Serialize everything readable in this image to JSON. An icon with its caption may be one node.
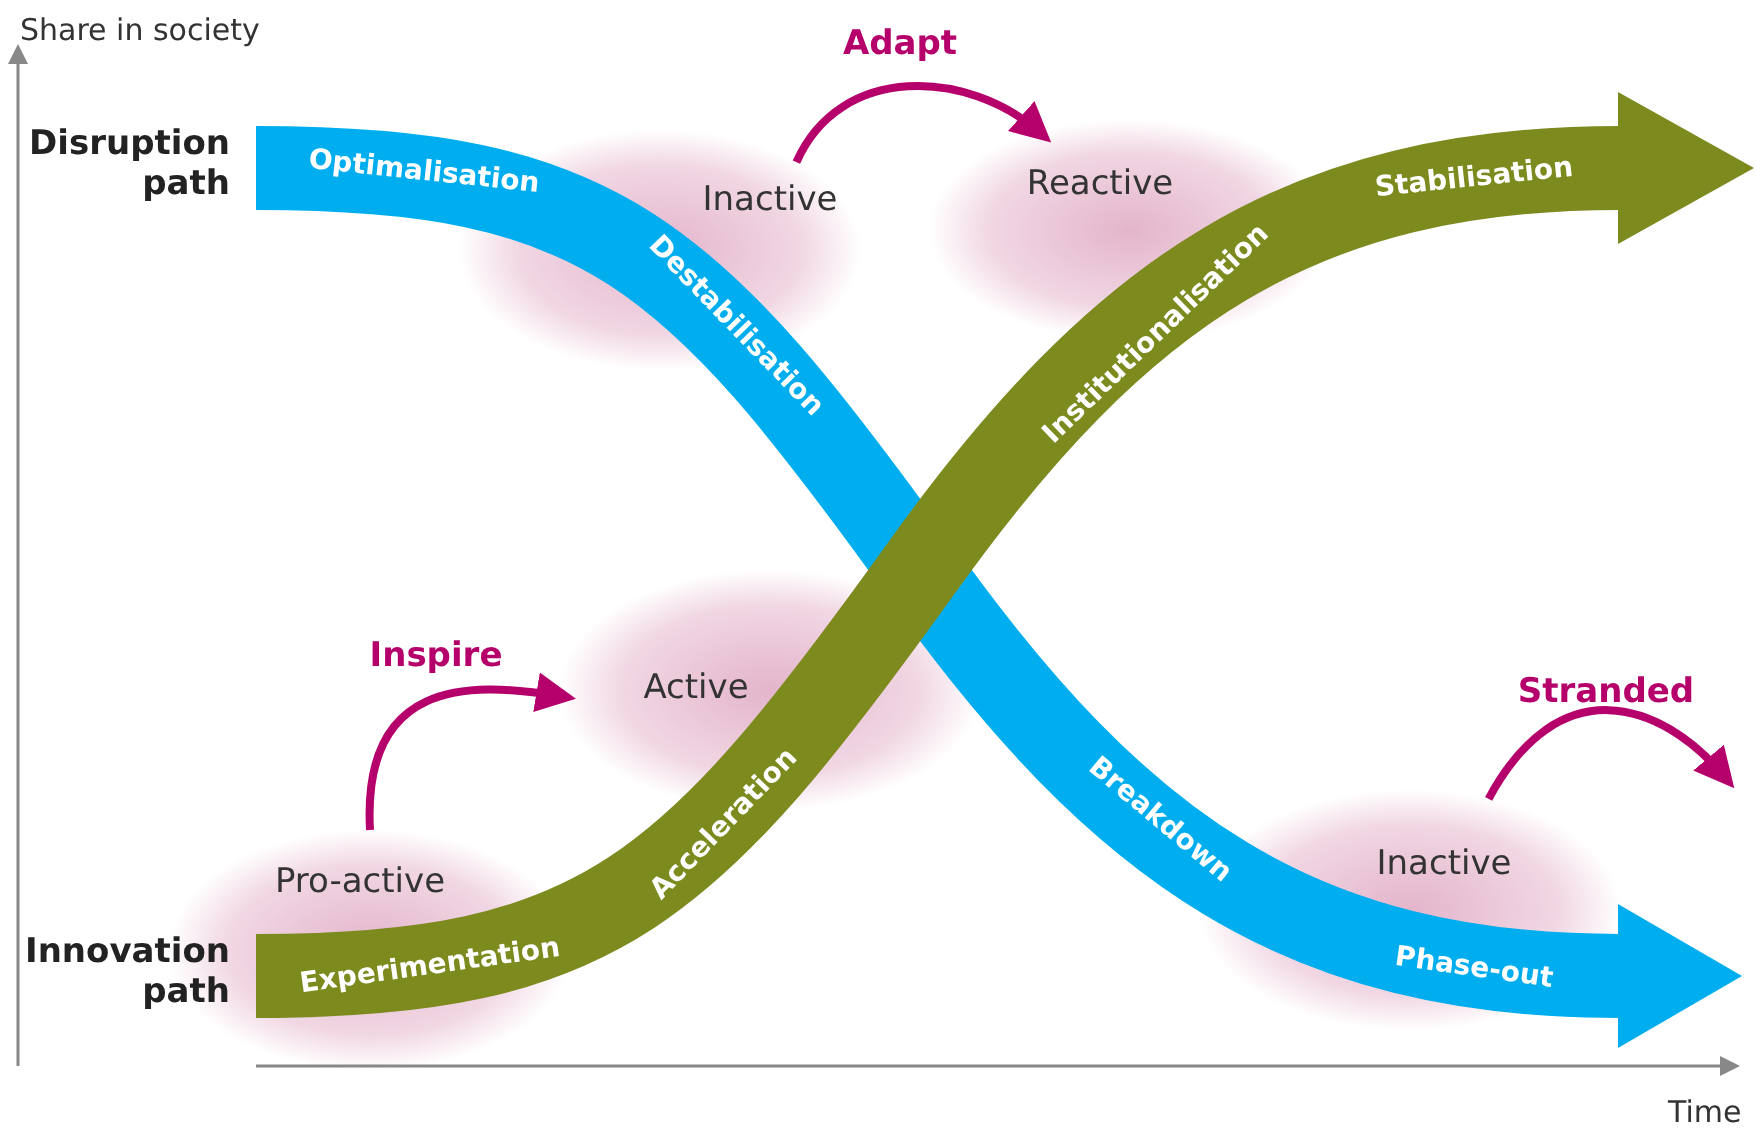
{
  "diagram": {
    "nodes": [
      {
        "text": [
          "Inactive"
        ]
      },
      {
        "text": [
          "Reactive"
        ]
      },
      {
        "text": [
          "Active"
        ]
      },
      {
        "text": [
          "Pro-active"
        ]
      },
      {
        "text": [
          "Inactive"
        ]
      }
    ],
    "edges": [
      {
        "from": 0,
        "to": 1,
        "arrow": "to",
        "label": "Adapt"
      },
      {
        "from": 3,
        "to": 2,
        "arrow": "to",
        "label": "Inspire"
      },
      {
        "from": 4,
        "to": null,
        "arrow": "to",
        "label": "Stranded"
      }
    ],
    "labels": [
      "Share in society",
      "Disruption path",
      "Optimalisation",
      "Stabilisation",
      "Destabilisation",
      "Institutionalisation",
      "Acceleration",
      "Breakdown",
      "Innovation path",
      "Experimentation",
      "Phase-out",
      "Time"
    ]
  }
}
